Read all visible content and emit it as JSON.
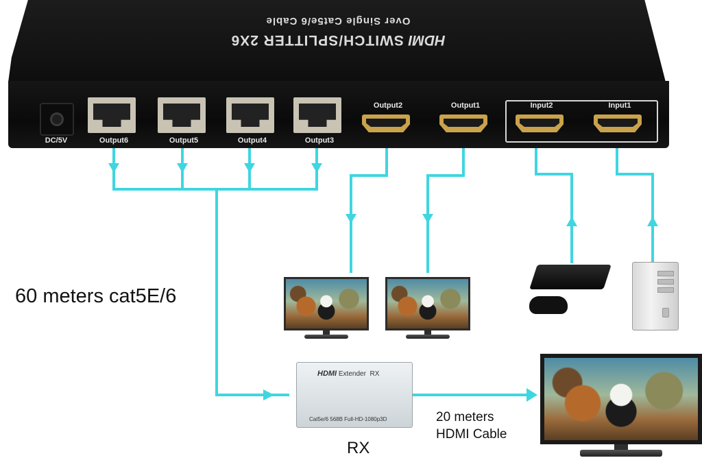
{
  "device": {
    "title_brand": "HDMI",
    "title_main": "SWITCH/SPLITTER 2X6",
    "title_sub": "Over Single Cat5e/6 Cable",
    "power_label": "DC/5V",
    "rj45_ports": [
      "Output6",
      "Output5",
      "Output4",
      "Output3"
    ],
    "hdmi_outputs": [
      "Output2",
      "Output1"
    ],
    "hdmi_inputs": [
      "Input2",
      "Input1"
    ]
  },
  "receiver": {
    "top_brand": "HDMI",
    "top_text": "Extender  RX",
    "bottom_text": "Cat5e/6 568B  Full-HD-1080p3D",
    "caption": "RX"
  },
  "labels": {
    "cable_length": "60 meters cat5E/6",
    "hdmi_cable_line1": "20 meters",
    "hdmi_cable_line2": "HDMI Cable"
  },
  "colors": {
    "wire": "#3fd6e0"
  }
}
